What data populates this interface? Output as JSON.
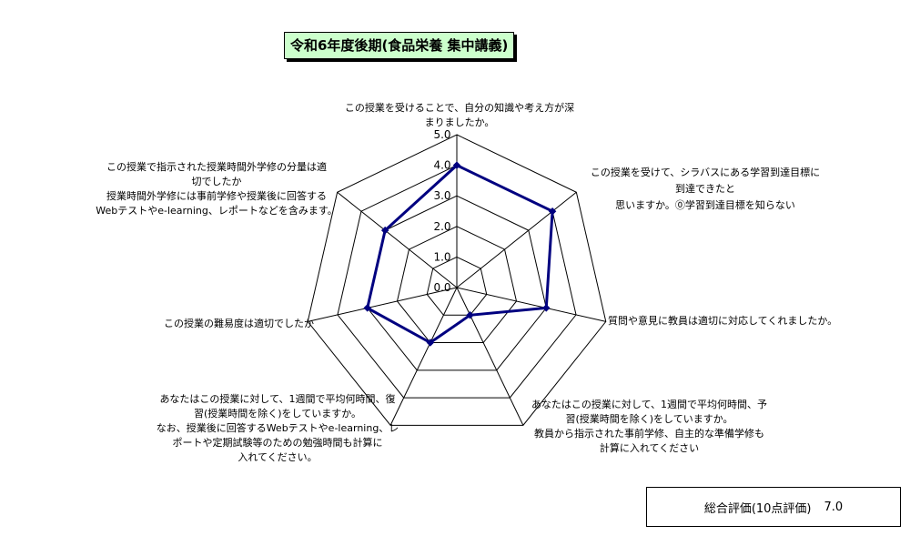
{
  "title": "令和6年度後期(食品栄養 集中講義)",
  "chart_data": {
    "type": "radar",
    "rlim": [
      0,
      5
    ],
    "ticks": [
      "0.0",
      "1.0",
      "2.0",
      "3.0",
      "4.0",
      "5.0"
    ],
    "categories": [
      "この授業を受けることで、自分の知識や考え方が深\nまりましたか。",
      "この授業を受けて、シラバスにある学習到達目標に\n到達できたと\n思いますか。⓪学習到達目標を知らない",
      "質問や意見に教員は適切に対応してくれましたか。",
      "あなたはこの授業に対して、1週間で平均何時間、予\n習(授業時間を除く)をしていますか。\n教員から指示された事前学修、自主的な準備学修も\n計算に入れてください",
      "あなたはこの授業に対して、1週間で平均何時間、復\n習(授業時間を除く)をしていますか。\nなお、授業後に回答するWebテストやe-learning、レ\nポートや定期試験等のための勉強時間も計算に\n入れてください。",
      "この授業の難易度は適切でしたか",
      "この授業で指示された授業時間外学修の分量は適\n切でしたか\n授業時間外学修には事前学修や授業後に回答する\nWebテストやe-learning、レポートなどを含みます。"
    ],
    "series": [
      {
        "values": [
          4.0,
          4.0,
          3.0,
          1.0,
          2.0,
          3.0,
          3.0
        ],
        "color": "#000080"
      }
    ],
    "grid": true
  },
  "summary": {
    "label": "総合評価(10点評価)",
    "value": "7.0"
  }
}
